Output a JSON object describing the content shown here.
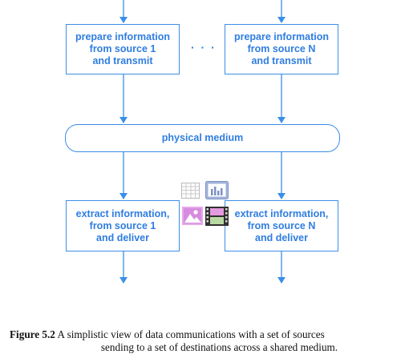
{
  "left_source_box": [
    "prepare information",
    "from source 1",
    "and transmit"
  ],
  "right_source_box": [
    "prepare information",
    "from source N",
    "and transmit"
  ],
  "source_ellipsis": "· · ·",
  "medium_label": "physical medium",
  "left_destination_box": [
    "extract information,",
    "from source 1",
    "and deliver"
  ],
  "right_destination_box": [
    "extract information,",
    "from source N",
    "and deliver"
  ],
  "caption": {
    "label": "Figure 5.2",
    "line1": "A simplistic view of data communications with a set of sources",
    "line2": "sending to a set of destinations across a shared medium."
  },
  "icons": [
    "spreadsheet-icon",
    "bar-chart-icon",
    "image-icon",
    "film-icon"
  ],
  "colors": {
    "line": "#3c8ee8",
    "text": "#2f7de0"
  }
}
